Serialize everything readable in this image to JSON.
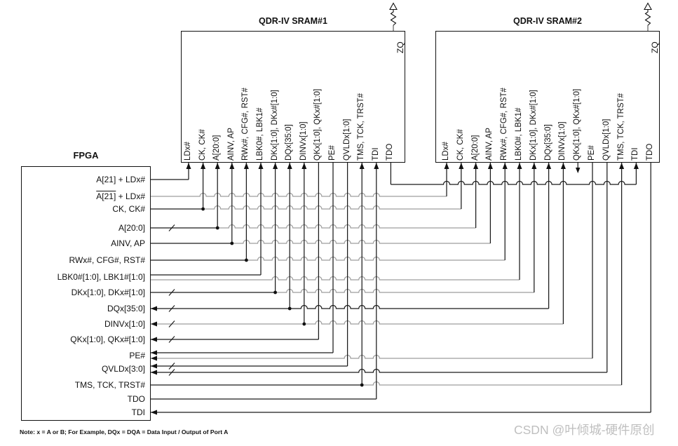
{
  "sram1": {
    "title": "QDR-IV SRAM#1",
    "zq_label": "ZQ",
    "pins": [
      "LDx#",
      "CK, CK#",
      "A[20:0]",
      "AINV, AP",
      "RWx#, CFG#, RST#",
      "LBK0#, LBK1#",
      "DKx[1:0], DKx#[1:0]",
      "DQx[35:0]",
      "DINVx[1:0]",
      "QKx[1:0], QKx#[1:0]",
      "PE#",
      "QVLDx[1:0]",
      "TMS, TCK, TRST#",
      "TDI",
      "TDO"
    ]
  },
  "sram2": {
    "title": "QDR-IV SRAM#2",
    "zq_label": "ZQ",
    "pins": [
      "LDx#",
      "CK, CK#",
      "A[20:0]",
      "AINV, AP",
      "RWx#, CFG#, RST#",
      "LBK0#, LBK1#",
      "DKx[1:0], DKx#[1:0]",
      "DQx[35:0]",
      "DINVx[1:0]",
      "QKx[1:0], QKx#[1:0]",
      "PE#",
      "QVLDx[1:0]",
      "TMS, TCK, TRST#",
      "TDI",
      "TDO"
    ]
  },
  "fpga": {
    "title": "FPGA",
    "ports": [
      {
        "label": "A[21] + LDx#"
      },
      {
        "overline": "A[21]",
        "label": " + LDx#"
      },
      {
        "label": "CK, CK#"
      },
      {
        "label": "A[20:0]"
      },
      {
        "label": "AINV, AP"
      },
      {
        "label": "RWx#, CFG#, RST#"
      },
      {
        "label": "LBK0#[1:0], LBK1#[1:0]"
      },
      {
        "label": "DKx[1:0], DKx#[1:0]"
      },
      {
        "label": "DQx[35:0]"
      },
      {
        "label": "DINVx[1:0]"
      },
      {
        "label": "QKx[1:0], QKx#[1:0]"
      },
      {
        "label": "PE#"
      },
      {
        "label": "QVLDx[3:0]"
      },
      {
        "label": "TMS, TCK, TRST#"
      },
      {
        "label": "TDO"
      },
      {
        "label": "TDI"
      }
    ]
  },
  "note": "Note: x = A or B; For Example, DQx = DQA = Data Input / Output of Port A",
  "watermark": "CSDN @叶倾城-硬件原创",
  "colors": {
    "wire": "#1a1a1a",
    "wire_alt": "#9e9e9e",
    "watermark": "#bfbfbf"
  }
}
